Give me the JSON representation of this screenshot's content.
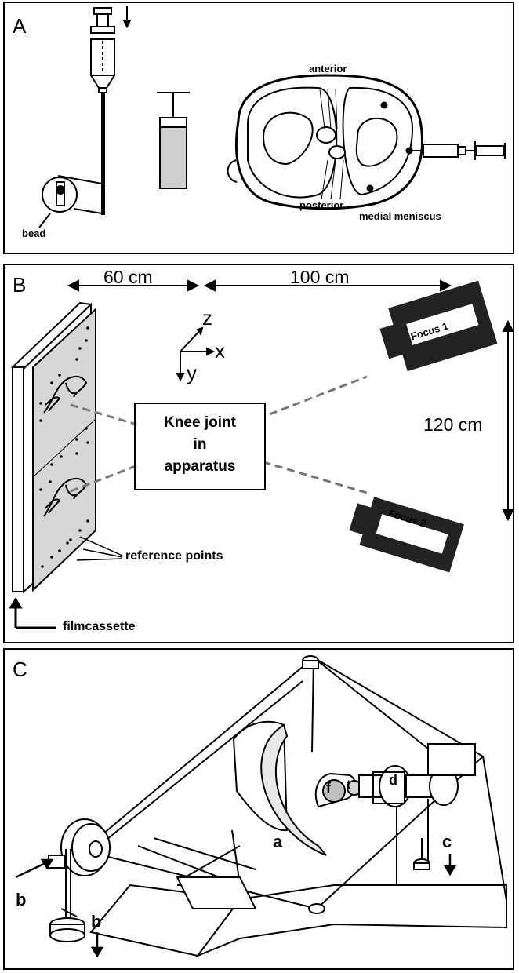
{
  "panel_a": {
    "label": "A",
    "bead_label": "bead",
    "anterior_label": "anterior",
    "posterior_label": "posterior",
    "meniscus_label": "medial meniscus"
  },
  "panel_b": {
    "label": "B",
    "dist_left": "60 cm",
    "dist_right": "100 cm",
    "dist_vertical": "120 cm",
    "axis_z": "z",
    "axis_x": "x",
    "axis_y": "y",
    "box_line1": "Knee joint",
    "box_line2": "in",
    "box_line3": "apparatus",
    "focus1": "Focus 1",
    "focus2": "Focus 2",
    "ref_points": "reference points",
    "film_cassette": "filmcassette"
  },
  "panel_c": {
    "label": "C",
    "label_a": "a",
    "label_b1": "b",
    "label_b2": "b",
    "label_c": "c",
    "label_d": "d",
    "label_f": "f",
    "label_t": "t"
  }
}
